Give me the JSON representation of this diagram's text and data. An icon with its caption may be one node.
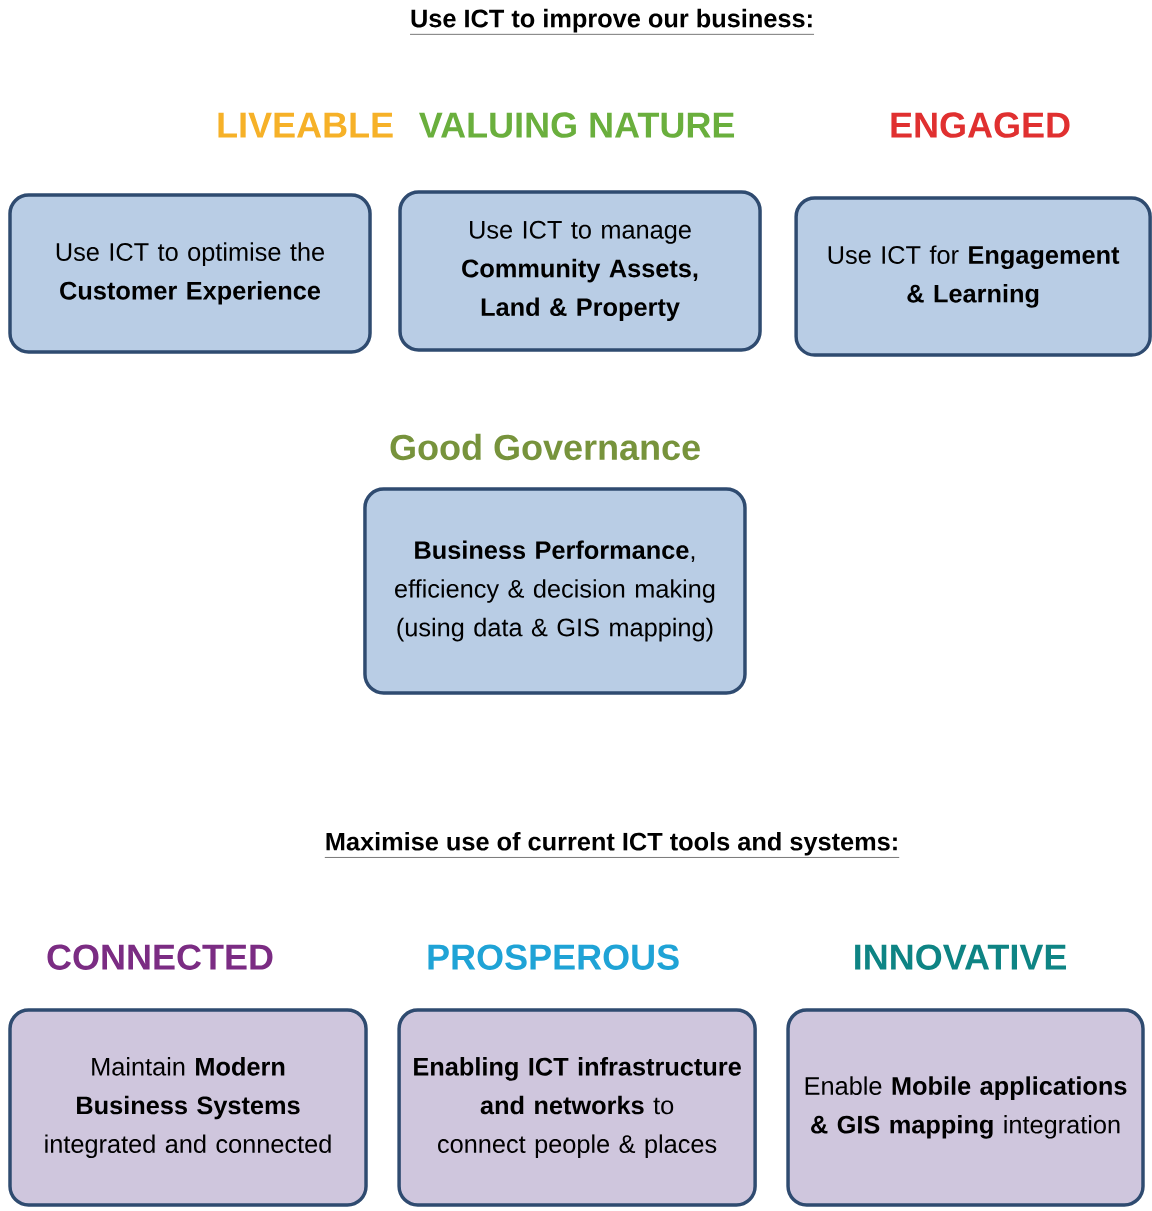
{
  "diagram": {
    "nodes": [
      {
        "text": [
          "LIVEABLE",
          "Use ICT to optimise the **Customer Experience**"
        ]
      },
      {
        "text": [
          "VALUING NATURE",
          "Use ICT to manage **Community Assets, Land & Property**"
        ]
      },
      {
        "text": [
          "ENGAGED",
          "Use ICT for **Engagement & Learning**"
        ]
      },
      {
        "text": [
          "Good Governance",
          "**Business Performance**, efficiency & decision making (using data & GIS mapping)"
        ]
      },
      {
        "text": [
          "CONNECTED",
          "Maintain **Modern Business Systems** integrated and connected"
        ]
      },
      {
        "text": [
          "PROSPEROUS",
          "**Enabling ICT infrastructure and networks** to connect people & places"
        ]
      },
      {
        "text": [
          "INNOVATIVE",
          "Enable **Mobile applications & GIS mapping** integration"
        ]
      }
    ],
    "edges": [],
    "labels": [
      "Use ICT to improve our business:",
      "Maximise use of current ICT tools and systems:"
    ]
  }
}
